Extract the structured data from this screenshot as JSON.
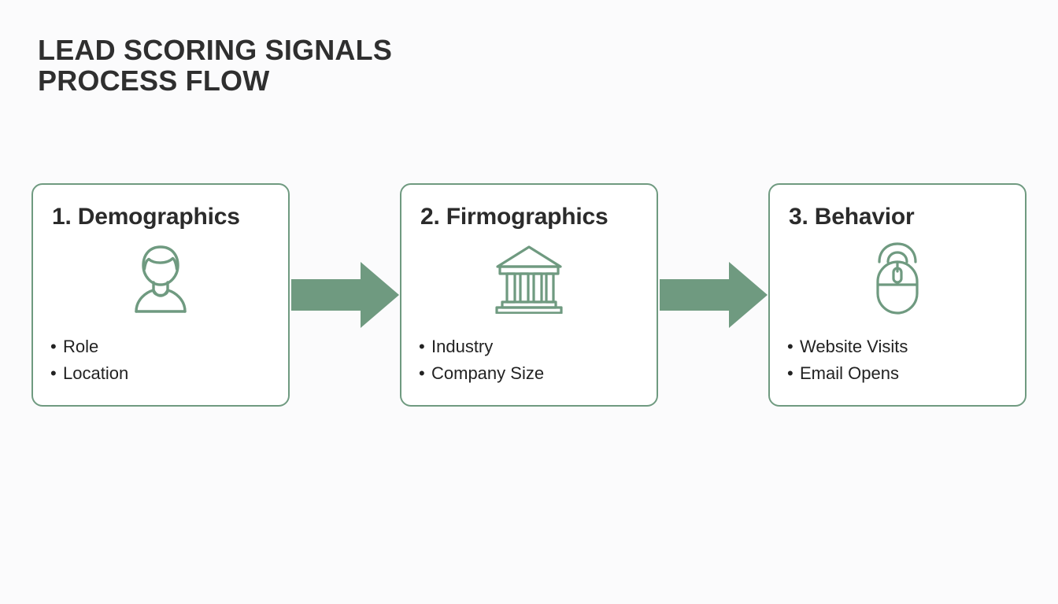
{
  "slide": {
    "title": "LEAD SCORING SIGNALS\nPROCESS FLOW",
    "background_color": "#fbfbfc",
    "accent_color": "#6f9a80",
    "text_color": "#2b2b2b"
  },
  "flow": {
    "bullet_marker": "•",
    "steps": [
      {
        "title": "1. Demographics",
        "icon": "person-icon",
        "bullets": [
          "Role",
          "Location"
        ]
      },
      {
        "title": "2. Firmographics",
        "icon": "bank-building-icon",
        "bullets": [
          "Industry",
          "Company Size"
        ]
      },
      {
        "title": "3. Behavior",
        "icon": "computer-mouse-icon",
        "bullets": [
          "Website Visits",
          "Email Opens"
        ]
      }
    ],
    "connectors": [
      {
        "icon": "arrow-right-icon"
      },
      {
        "icon": "arrow-right-icon"
      }
    ]
  }
}
